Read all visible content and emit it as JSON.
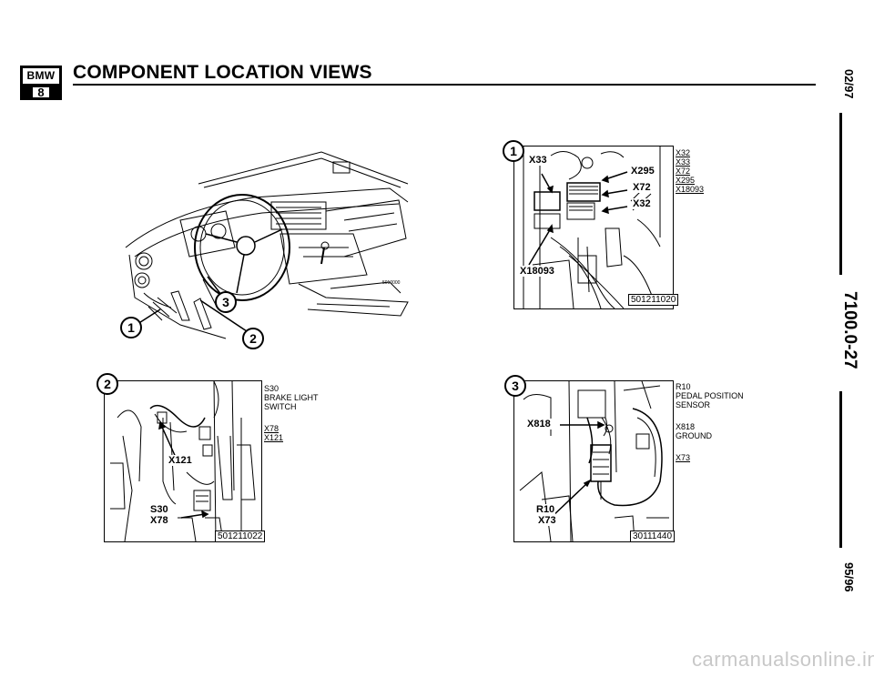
{
  "header": {
    "logo_top": "BMW",
    "logo_bottom": "8",
    "title": "COMPONENT LOCATION VIEWS"
  },
  "side": {
    "date_top": "02/97",
    "page_code": "7100.0-27",
    "date_bottom": "95/96"
  },
  "figures": {
    "overview": {
      "callouts": [
        "1",
        "2",
        "3"
      ],
      "small_code": "5010000"
    },
    "fig1": {
      "callout": "1",
      "labels": [
        "X33",
        "X295",
        "X72",
        "X32",
        "X18093"
      ],
      "ref": "501211020",
      "legend": [
        "X32",
        "X33",
        "X72",
        "X295",
        "X18093"
      ]
    },
    "fig2": {
      "callout": "2",
      "labels": [
        "X121",
        "S30",
        "X78"
      ],
      "ref": "501211022",
      "legend": [
        "S30",
        "BRAKE LIGHT",
        "SWITCH",
        "X78",
        "X121"
      ]
    },
    "fig3": {
      "callout": "3",
      "labels": [
        "X818",
        "R10",
        "X73"
      ],
      "ref": "30111440",
      "legend": [
        "R10",
        "PEDAL POSITION",
        "SENSOR",
        "X818",
        "GROUND",
        "X73"
      ]
    }
  },
  "watermark": "carmanualsonline.info"
}
